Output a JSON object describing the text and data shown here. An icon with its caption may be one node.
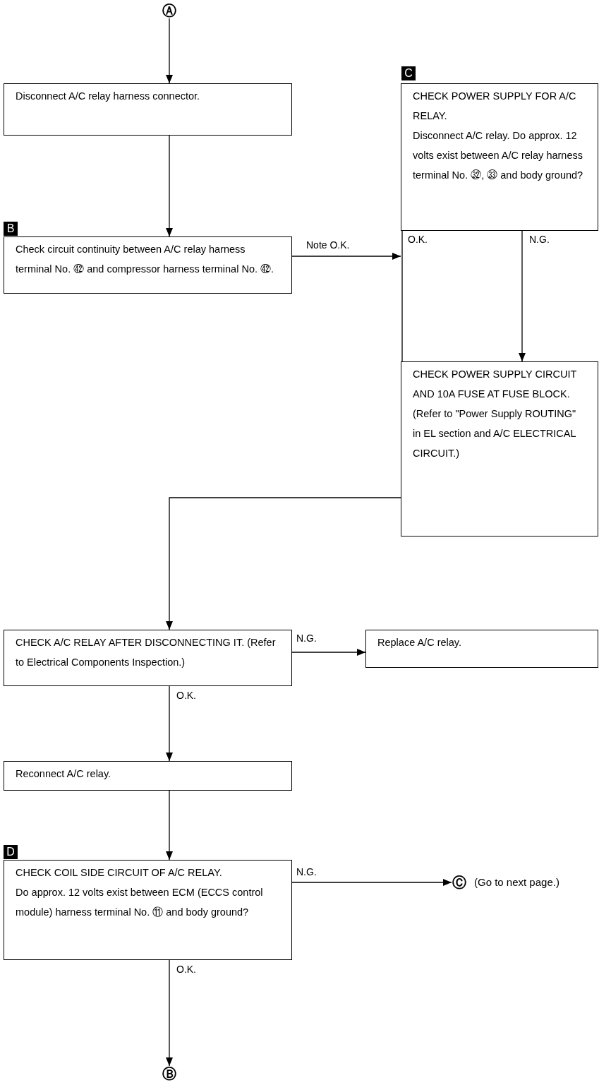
{
  "diagram": {
    "nodes": [
      {
        "text": [
          "Ⓐ"
        ]
      },
      {
        "text": [
          "Disconnect A/C relay harness connector."
        ]
      },
      {
        "text": [
          "Check circuit continuity between A/C relay harness terminal No. ㊷ and compressor harness terminal No. ㊷."
        ],
        "beside": [
          "B"
        ]
      },
      {
        "text": [
          "CHECK POWER SUPPLY FOR A/C RELAY.",
          "Disconnect A/C relay. Do approx. 12 volts exist between A/C relay harness terminal No. ㉜, ㉝ and body ground?"
        ],
        "beside": [
          "C"
        ]
      },
      {
        "text": [
          "CHECK POWER SUPPLY CIRCUIT AND 10A FUSE AT FUSE BLOCK.",
          "(Refer to \"Power Supply ROUTING\" in EL section and A/C ELECTRICAL CIRCUIT.)"
        ]
      },
      {
        "text": [
          "CHECK A/C RELAY AFTER DISCONNECTING IT. (Refer to Electrical Components Inspection.)"
        ]
      },
      {
        "text": [
          "Replace A/C relay."
        ]
      },
      {
        "text": [
          "Reconnect A/C relay."
        ]
      },
      {
        "text": [
          "CHECK COIL SIDE CIRCUIT OF A/C RELAY.",
          "Do approx. 12 volts exist between ECM (ECCS control module) harness terminal No. ⑪ and body ground?"
        ],
        "beside": [
          "D"
        ]
      },
      {
        "text": [
          "Ⓒ"
        ],
        "beside": [
          "(Go to next page.)"
        ]
      },
      {
        "text": [
          "Ⓑ"
        ]
      }
    ],
    "edges": [
      {
        "from": 0,
        "to": 1,
        "arrow": "to"
      },
      {
        "from": 1,
        "to": 2,
        "arrow": "to"
      },
      {
        "from": 2,
        "to": 3,
        "arrow": "to",
        "label": "Note O.K."
      },
      {
        "from": 3,
        "to": 5,
        "arrow": "to",
        "label": "O.K."
      },
      {
        "from": 3,
        "to": 4,
        "arrow": "to",
        "label": "N.G."
      },
      {
        "from": 5,
        "to": 6,
        "arrow": "to",
        "label": "N.G."
      },
      {
        "from": 5,
        "to": 7,
        "arrow": "to",
        "label": "O.K."
      },
      {
        "from": 7,
        "to": 8,
        "arrow": "to"
      },
      {
        "from": 8,
        "to": 9,
        "arrow": "to",
        "label": "N.G."
      },
      {
        "from": 8,
        "to": 10,
        "arrow": "to",
        "label": "O.K."
      }
    ]
  }
}
